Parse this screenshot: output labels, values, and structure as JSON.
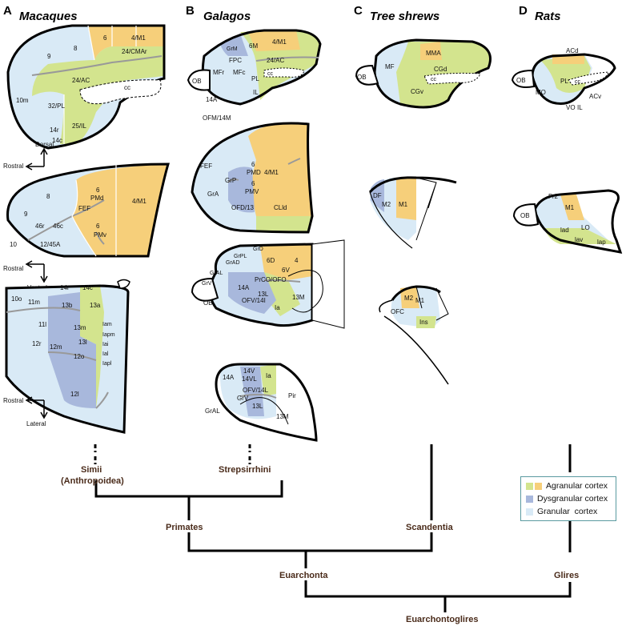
{
  "colors": {
    "agranular_green": "#d3e48e",
    "agranular_orange": "#f6cf7a",
    "dysgranular": "#a8b8dc",
    "granular": "#d9eaf6",
    "outline": "#000000",
    "tree_label": "#4a2b1a"
  },
  "panels": [
    {
      "letter": "A",
      "title": "Macaques"
    },
    {
      "letter": "B",
      "title": "Galagos"
    },
    {
      "letter": "C",
      "title": "Tree shrews"
    },
    {
      "letter": "D",
      "title": "Rats"
    }
  ],
  "orientation": {
    "dorsal": "Dorsal",
    "rostral": "Rostral",
    "ventral": "Ventral",
    "lateral": "Lateral"
  },
  "macaque_medial": [
    "6",
    "4/M1",
    "8",
    "9",
    "24/CMAr",
    "24/AC",
    "10m",
    "32/PL",
    "cc",
    "14r",
    "25/IL",
    "14c"
  ],
  "macaque_lateral": [
    "6",
    "PMd",
    "4/M1",
    "8",
    "9",
    "46r",
    "46c",
    "FEF",
    "6",
    "PMv",
    "10",
    "12/45A"
  ],
  "macaque_orbital": [
    "14r",
    "14c",
    "10o",
    "11m",
    "13b",
    "13a",
    "Iam",
    "13m",
    "Iapm",
    "11l",
    "12r",
    "12m",
    "13l",
    "Iai",
    "Ial",
    "12o",
    "Iapl",
    "12l"
  ],
  "galago_medial": [
    "GrM",
    "6M",
    "4/M1",
    "FPC",
    "24/AC",
    "MFr",
    "MFc",
    "PL",
    "cc",
    "OB",
    "IL",
    "14A",
    "OFM/14M"
  ],
  "galago_lateral": [
    "6",
    "4/M1",
    "FEF",
    "PMD",
    "GrP",
    "6",
    "PMV",
    "GrA",
    "OFD/13",
    "CLld"
  ],
  "galago_ventral": [
    "GrD",
    "GrPL",
    "6D",
    "4",
    "GrAD",
    "6V",
    "GrAL",
    "PrCO/OFO",
    "GrV",
    "14A",
    "13L",
    "13M",
    "OB",
    "OFV/14I",
    "Ia"
  ],
  "galago_orbital": [
    "14V",
    "14A",
    "14VL",
    "Ia",
    "OFV/14L",
    "Pir",
    "GrV",
    "13L",
    "GrAL",
    "13M"
  ],
  "treeshrew_medial": [
    "MMA",
    "MF",
    "OB",
    "CGd",
    "cc",
    "CGv"
  ],
  "treeshrew_lateral": [
    "DF",
    "M2",
    "M1"
  ],
  "treeshrew_orbital": [
    "M2",
    "M1",
    "OFC",
    "Ins"
  ],
  "rat_medial": [
    "ACd",
    "OB",
    "PL",
    "MO",
    "cc",
    "ACv",
    "VO",
    "IL"
  ],
  "rat_lateral": [
    "Fr2",
    "M1",
    "OB",
    "LO",
    "lad",
    "lav",
    "lap"
  ],
  "tree": {
    "simii": "Simii",
    "simii_sub": "(Anthropoidea)",
    "strepsirrhini": "Strepsirrhini",
    "primates": "Primates",
    "scandentia": "Scandentia",
    "euarchonta": "Euarchonta",
    "glires": "Glires",
    "euarchontoglires": "Euarchontoglires"
  },
  "legend": [
    {
      "label": "Agranular cortex"
    },
    {
      "label": "Dysgranular cortex"
    },
    {
      "label": "Granular  cortex"
    }
  ]
}
